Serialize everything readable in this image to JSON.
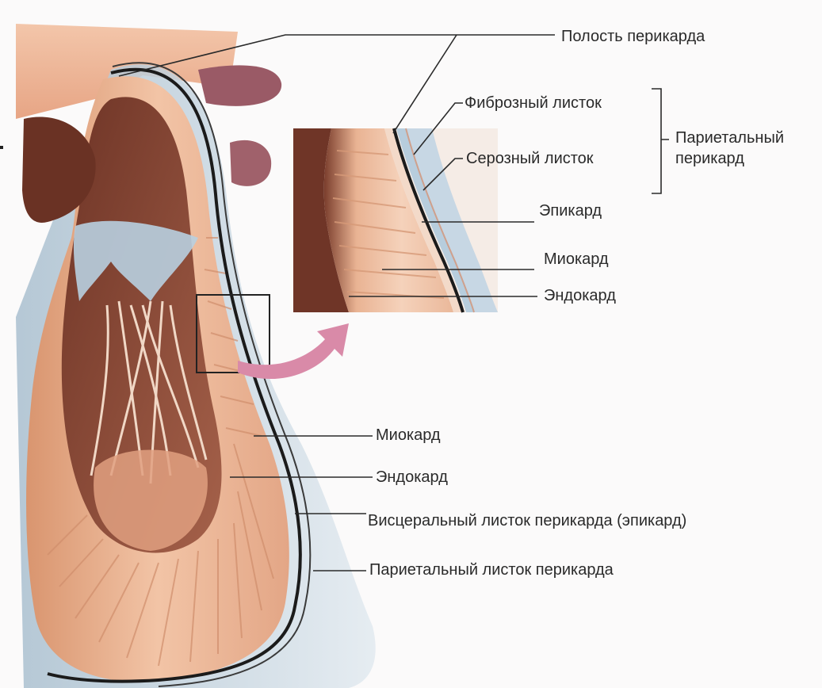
{
  "labels": {
    "pericardial_cavity": "Полость перикарда",
    "fibrous_layer": "Фиброзный листок",
    "serous_layer": "Серозный листок",
    "parietal_pericardium_line1": "Париетальный",
    "parietal_pericardium_line2": "перикард",
    "epicardium": "Эпикард",
    "myocardium_inset": "Миокард",
    "endocardium_inset": "Эндокард",
    "myocardium": "Миокард",
    "endocardium": "Эндокард",
    "visceral_layer": "Висцеральный листок перикарда (эпикард)",
    "parietal_layer": "Париетальный листок перикарда"
  },
  "colors": {
    "muscle": "#e9b08f",
    "muscle_light": "#f4cdb5",
    "muscle_dark": "#c98466",
    "cavity": "#8a4a38",
    "cavity_dark": "#5e2e22",
    "pericardium": "#b9cbd9",
    "pericardium_light": "#dbe6ee",
    "epicardium_line": "#1b1b1b",
    "vessel": "#9a5a66",
    "arrow": "#d98aa8",
    "leader": "#2a2a2a"
  }
}
